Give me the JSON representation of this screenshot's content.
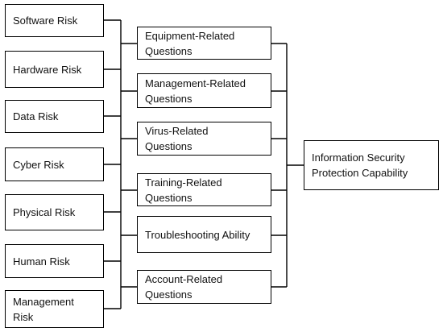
{
  "risks": [
    {
      "id": "software",
      "label": "Software Risk"
    },
    {
      "id": "hardware",
      "label": "Hardware Risk"
    },
    {
      "id": "data",
      "label": "Data Risk"
    },
    {
      "id": "cyber",
      "label": "Cyber Risk"
    },
    {
      "id": "physical",
      "label": "Physical Risk"
    },
    {
      "id": "human",
      "label": "Human Risk"
    },
    {
      "id": "management",
      "label": "Management\nRisk"
    }
  ],
  "questions": [
    {
      "id": "equipment",
      "label": "Equipment-Related\nQuestions"
    },
    {
      "id": "management-q",
      "label": "Management-Related\nQuestions"
    },
    {
      "id": "virus",
      "label": "Virus-Related\nQuestions"
    },
    {
      "id": "training",
      "label": "Training-Related\nQuestions"
    },
    {
      "id": "troubleshooting",
      "label": "Troubleshooting Ability"
    },
    {
      "id": "account",
      "label": "Account-Related\nQuestions"
    }
  ],
  "outcome": {
    "id": "capability",
    "label": "Information Security\nProtection Capability"
  }
}
